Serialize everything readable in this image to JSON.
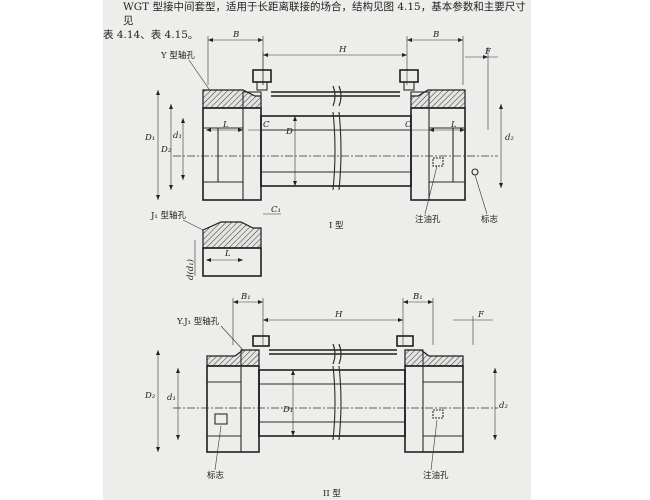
{
  "intro": {
    "line1": "WGT 型接中间套型，适用于长距离联接的场合，结构见图 4.15，基本参数和主要尺寸见",
    "line2": "表 4.14、表 4.15。"
  },
  "fig1": {
    "hole_label": "Y 型轴孔",
    "j1_hole_label": "J₁ 型轴孔",
    "caption": "I 型",
    "oil_hole": "注油孔",
    "mark": "标志",
    "dims": {
      "B": "B",
      "H": "H",
      "F": "F",
      "D1": "D₁",
      "D2": "D₂",
      "D": "D",
      "d1": "d₁",
      "d2": "d₂",
      "L": "L",
      "C": "C",
      "C1": "C₁",
      "d_d1": "d(d₁)"
    }
  },
  "fig2": {
    "hole_label": "Y.J₁ 型轴孔",
    "caption": "II 型",
    "oil_hole": "注油孔",
    "mark": "标志",
    "dims": {
      "B1": "B₁",
      "H": "H",
      "F": "F",
      "D2": "D₂",
      "D1": "D₁",
      "d1": "d₁",
      "d2": "d₂"
    }
  }
}
